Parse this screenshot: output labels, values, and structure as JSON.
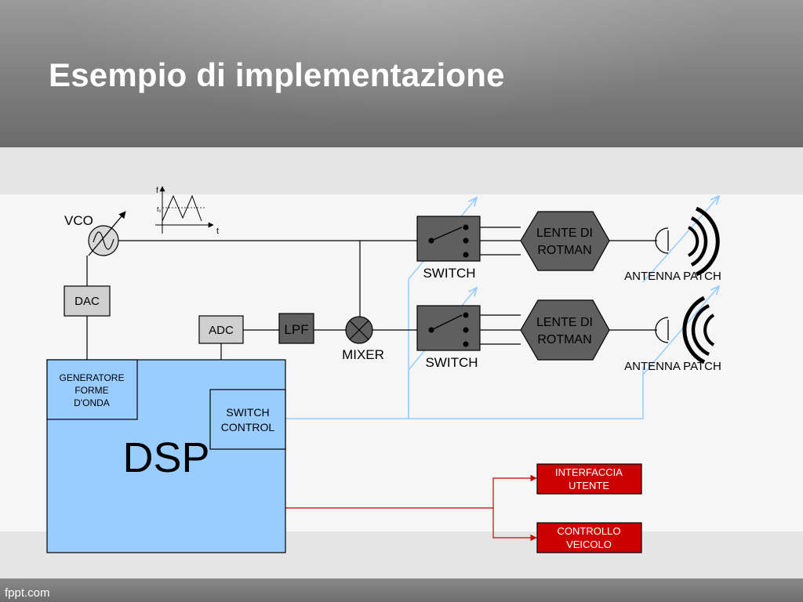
{
  "slide": {
    "title": "Esempio di implementazione",
    "footer": "fppt.com"
  },
  "diagram": {
    "vco_label": "VCO",
    "dac_label": "DAC",
    "adc_label": "ADC",
    "lpf_label": "LPF",
    "mixer_label": "MIXER",
    "switch_label": "SWITCH",
    "lens_line1": "LENTE DI",
    "lens_line2": "ROTMAN",
    "antenna_label": "ANTENNA PATCH",
    "dsp_label": "DSP",
    "generator_line1": "GENERATORE",
    "generator_line2": "FORME",
    "generator_line3": "D'ONDA",
    "switch_control_line1": "SWITCH",
    "switch_control_line2": "CONTROL",
    "user_interface_line1": "INTERFACCIA",
    "user_interface_line2": "UTENTE",
    "vehicle_control_line1": "CONTROLLO",
    "vehicle_control_line2": "VEICOLO",
    "waveform_axis_f": "f",
    "waveform_axis_f0": "f₀",
    "waveform_axis_t": "t"
  },
  "colors": {
    "dsp_fill": "#99ccff",
    "grey_block": "#cfcfcf",
    "dark_block": "#5f5f5f",
    "control_link": "#99ccff",
    "output_fill": "#cc0000",
    "output_link": "#cc0000"
  }
}
